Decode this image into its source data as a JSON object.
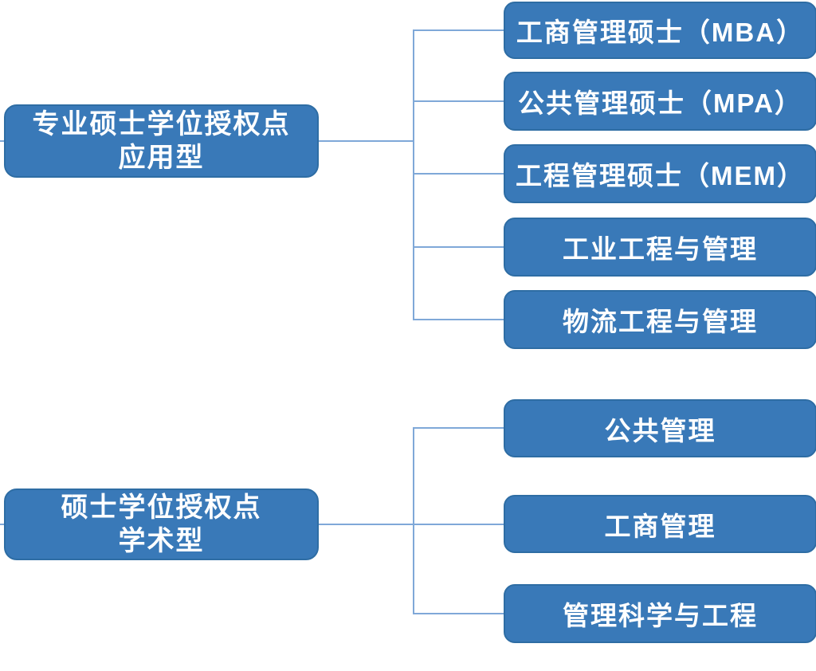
{
  "colors": {
    "node_fill": "#3979B8",
    "node_border": "#2E6DA4",
    "connector": "#7FA8D8",
    "text": "#FFFFFF",
    "background": "#FFFFFF"
  },
  "groups": [
    {
      "parent": {
        "line1": "专业硕士学位授权点",
        "line2": "应用型"
      },
      "children": [
        "工商管理硕士（MBA）",
        "公共管理硕士（MPA）",
        "工程管理硕士（MEM）",
        "工业工程与管理",
        "物流工程与管理"
      ]
    },
    {
      "parent": {
        "line1": "硕士学位授权点",
        "line2": "学术型"
      },
      "children": [
        "公共管理",
        "工商管理",
        "管理科学与工程"
      ]
    }
  ]
}
